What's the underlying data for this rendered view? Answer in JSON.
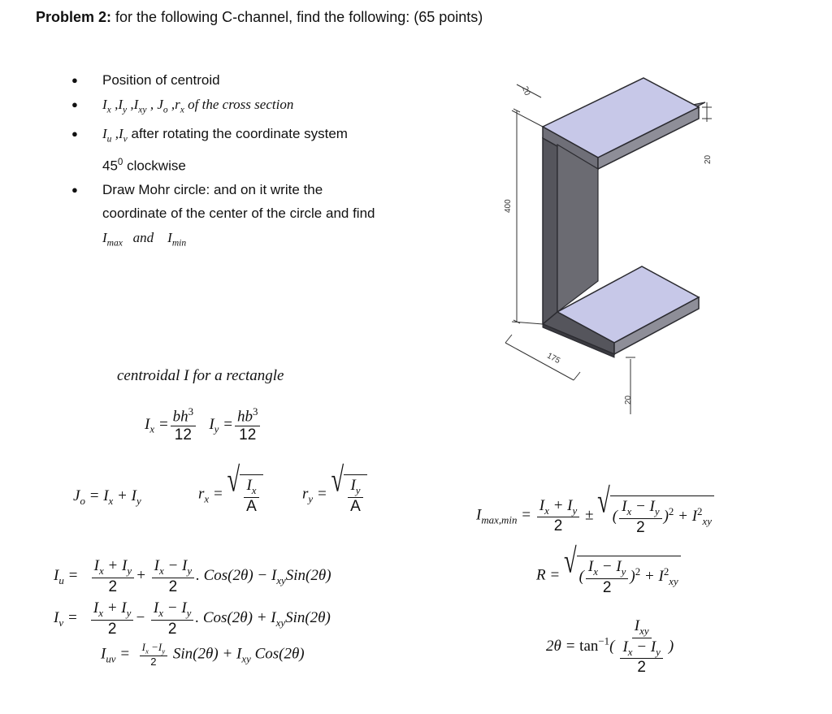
{
  "problem": {
    "label": "Problem 2:",
    "text": " for the following C-channel, find the following:  (65 points)"
  },
  "tasks": [
    "Position of centroid",
    "Ix , Iy , Ixy , Jo , rx of the cross section",
    "Iu , Iv after rotating the coordinate system 45° clockwise",
    "Draw Mohr circle: and on it write the coordinate of the center of the circle and find Imax and Imin"
  ],
  "task_parts": {
    "t2_tail": "of the cross section",
    "t3_tail": "after rotating the coordinate system",
    "t3_line2": "45",
    "t3_line2_deg": "0",
    "t3_line2_tail": " clockwise",
    "t4_line1": "Draw Mohr circle: and on it write the",
    "t4_line2": "coordinate of the center of the circle and find",
    "and": "and"
  },
  "rectangle_heading": "centroidal I for a rectangle",
  "symbols": {
    "twelve": "12",
    "two": "2",
    "bh3": "bh",
    "hb3": "hb",
    "three": "3",
    "A": "A",
    "cos2t": "Cos(2θ)",
    "sin2t": "Sin(2θ)",
    "tan": "tan",
    "tan_exp": "−1"
  },
  "figure": {
    "dim_top_flange": "20",
    "dim_height": "400",
    "dim_width": "175",
    "dim_right_top": "20",
    "dim_bottom": "20",
    "colors": {
      "face": "#c7c8e8",
      "web": "#55555c",
      "edge": "#2b2b30",
      "side": "#8e8e98"
    }
  }
}
